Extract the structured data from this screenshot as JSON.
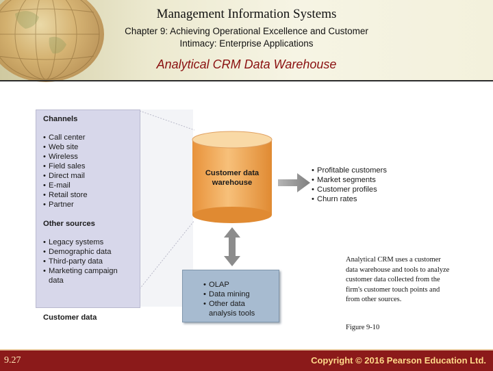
{
  "header": {
    "title": "Management Information Systems",
    "subtitle_line1": "Chapter 9: Achieving Operational Excellence and Customer",
    "subtitle_line2": "Intimacy: Enterprise Applications",
    "section_title": "Analytical CRM Data Warehouse"
  },
  "diagram": {
    "channels": {
      "heading": "Channels",
      "items": [
        "Call center",
        "Web site",
        "Wireless",
        "Field sales",
        "Direct mail",
        "E-mail",
        "Retail store",
        "Partner"
      ]
    },
    "other_sources": {
      "heading": "Other sources",
      "items": [
        "Legacy systems",
        "Demographic data",
        "Third-party data",
        "Marketing campaign",
        "data"
      ]
    },
    "bottom_label": "Customer data",
    "warehouse_line1": "Customer data",
    "warehouse_line2": "warehouse",
    "tools": [
      "OLAP",
      "Data mining",
      "Other data",
      "analysis tools"
    ],
    "outputs": [
      "Profitable customers",
      "Market segments",
      "Customer profiles",
      "Churn rates"
    ],
    "colors": {
      "warehouse": "#f0a84a",
      "tools_box": "#a7bbd0",
      "panel": "#d7d7ea",
      "arrow": "#8c8c8c"
    }
  },
  "caption": {
    "text": "Analytical CRM uses a customer data warehouse and tools to analyze customer data collected from the firm's customer touch points and from other sources.",
    "figure_label": "Figure 9-10"
  },
  "footer": {
    "slide_number": "9.27",
    "copyright": "Copyright © 2016 Pearson Education Ltd."
  }
}
